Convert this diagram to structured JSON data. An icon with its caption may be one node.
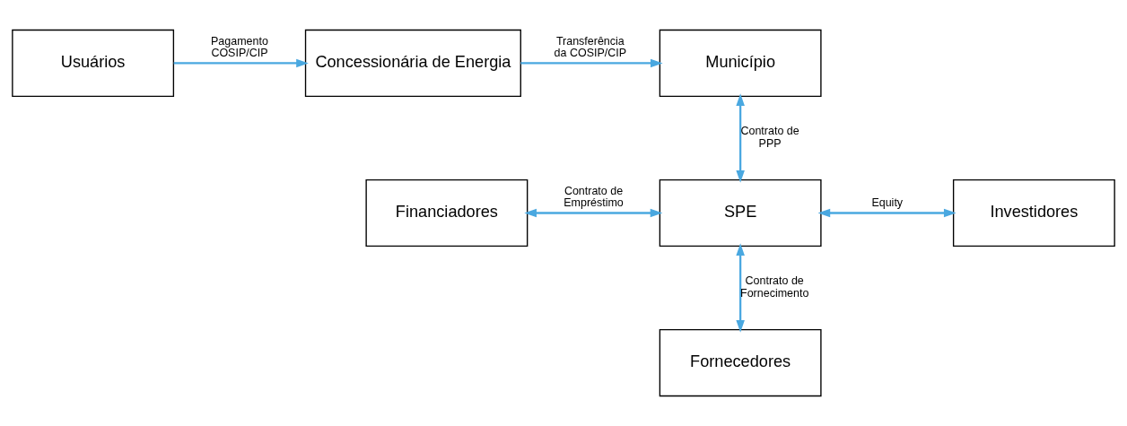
{
  "diagram": {
    "nodes": [
      {
        "text": [
          "Usuários"
        ]
      },
      {
        "text": [
          "Concessionária de Energia"
        ]
      },
      {
        "text": [
          "Município"
        ]
      },
      {
        "text": [
          "Financiadores"
        ]
      },
      {
        "text": [
          "SPE"
        ]
      },
      {
        "text": [
          "Investidores"
        ]
      },
      {
        "text": [
          "Fornecedores"
        ]
      }
    ],
    "edges": [
      {
        "from": 0,
        "to": 1,
        "arrow": "to",
        "label": "Pagamento COSIP/CIP"
      },
      {
        "from": 1,
        "to": 2,
        "arrow": "to",
        "label": "Transferência da COSIP/CIP"
      },
      {
        "from": 2,
        "to": 4,
        "arrow": "both",
        "label": "Contrato de PPP"
      },
      {
        "from": 3,
        "to": 4,
        "arrow": "both",
        "label": "Contrato de Empréstimo"
      },
      {
        "from": 4,
        "to": 5,
        "arrow": "both",
        "label": "Equity"
      },
      {
        "from": 4,
        "to": 6,
        "arrow": "both",
        "label": "Contrato de Fornecimento"
      }
    ]
  }
}
